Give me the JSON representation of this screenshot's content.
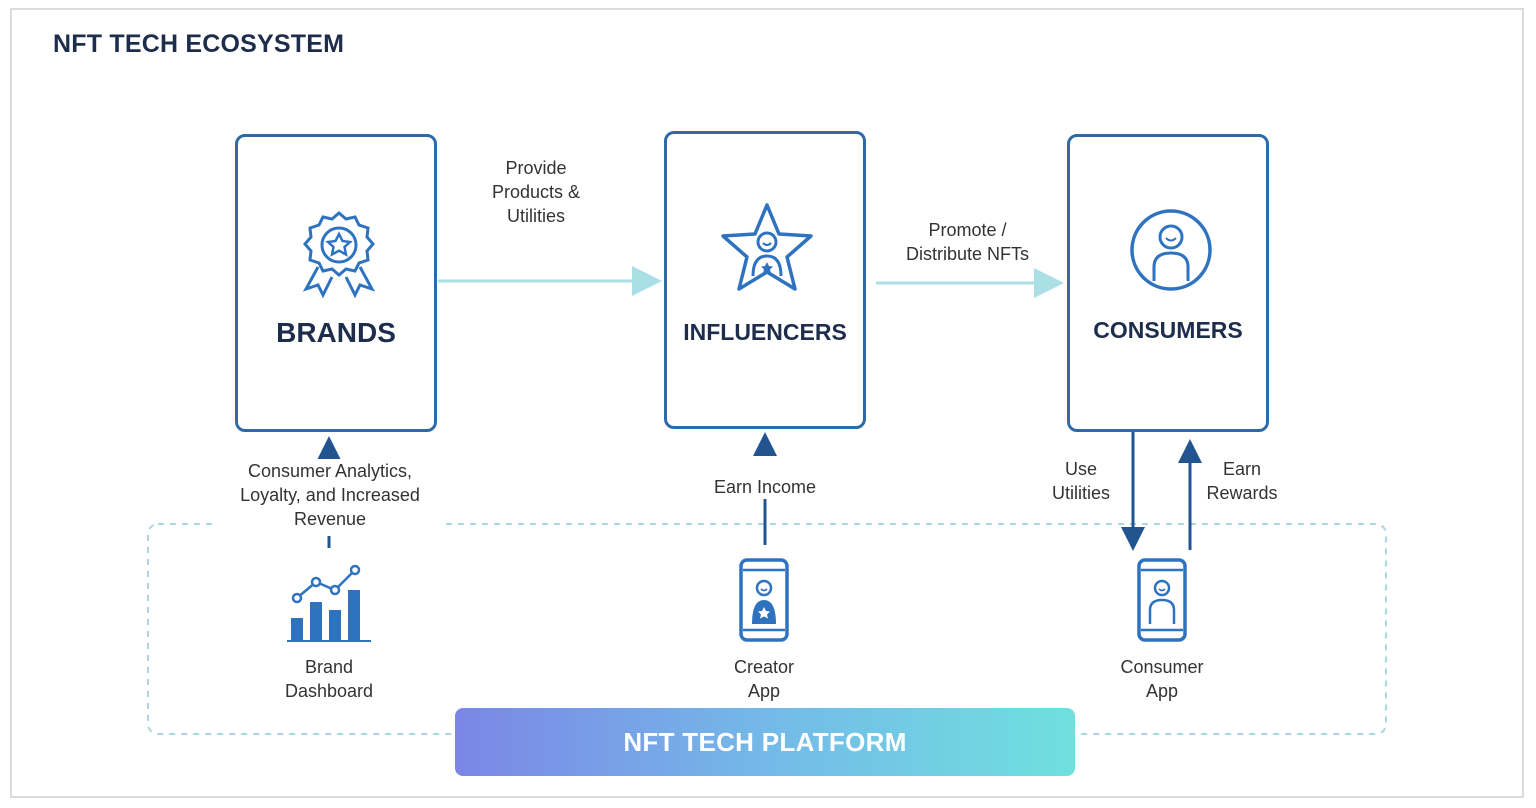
{
  "title": "NFT TECH ECOSYSTEM",
  "nodes": {
    "brands": {
      "label": "BRANDS",
      "icon": "award-badge-icon"
    },
    "influencers": {
      "label": "INFLUENCERS",
      "icon": "star-person-icon"
    },
    "consumers": {
      "label": "CONSUMERS",
      "icon": "person-circle-icon"
    }
  },
  "edges": {
    "brands_to_influencers": [
      "Provide",
      "Products &",
      "Utilities"
    ],
    "influencers_to_consumers": [
      "Promote /",
      "Distribute NFTs"
    ],
    "dashboard_to_brands": [
      "Consumer Analytics,",
      "Loyalty, and Increased",
      "Revenue"
    ],
    "creator_app_to_influencers": [
      "Earn Income"
    ],
    "consumers_to_app": [
      "Use",
      "Utilities"
    ],
    "app_to_consumers": [
      "Earn",
      "Rewards"
    ]
  },
  "apps": {
    "brand_dashboard": [
      "Brand",
      "Dashboard"
    ],
    "creator_app": [
      "Creator",
      "App"
    ],
    "consumer_app": [
      "Consumer",
      "App"
    ]
  },
  "platform_label": "NFT TECH PLATFORM",
  "colors": {
    "title": "#1f2d4d",
    "card_border": "#2e6aa8",
    "icon": "#2f73c0",
    "light_arrow": "#a9dfe5",
    "dark_arrow": "#22558f",
    "dotted_border": "#a9d8e3",
    "platform_gradient": [
      "#7b86e6",
      "#74b9e8",
      "#6fe0de"
    ]
  }
}
